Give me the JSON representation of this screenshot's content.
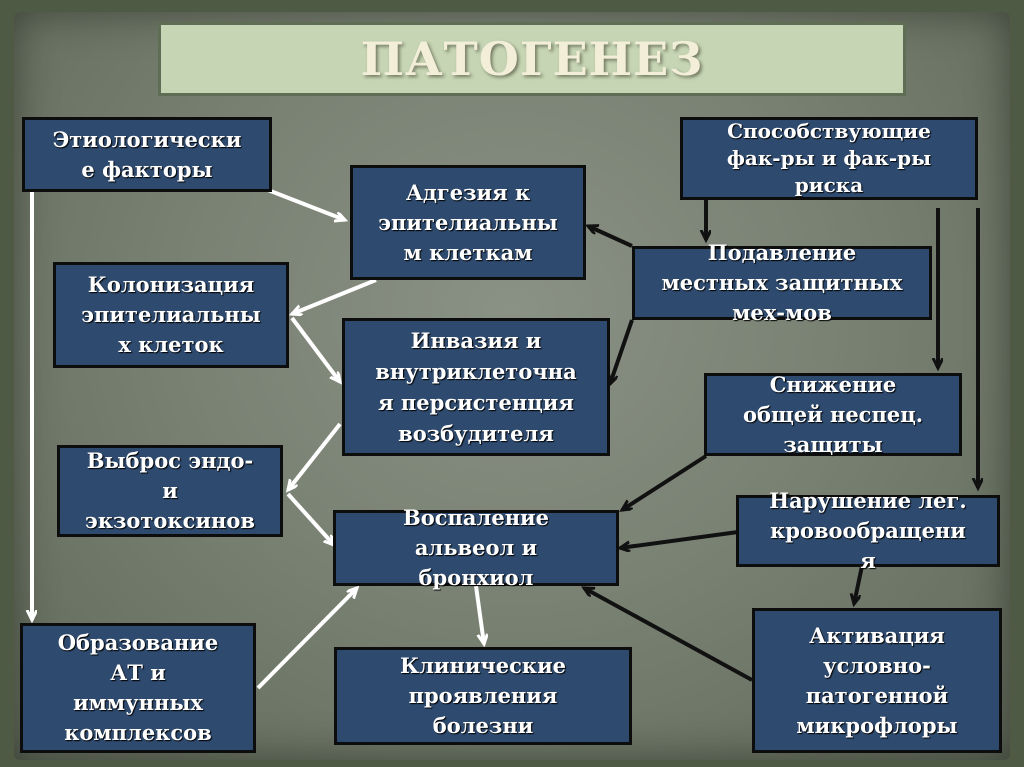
{
  "title": "ПАТОГЕНЕЗ",
  "colors": {
    "box_fill": "#2e4a6e",
    "box_border": "#0d0d0d",
    "title_fill": "#c6d5b4",
    "arrow_white": "#ffffff",
    "arrow_black": "#111111"
  },
  "nodes": {
    "etiology": "Этиологически\nе факторы",
    "adhesion": "Адгезия к\nэпителиальны\nм клеткам",
    "contributing": "Способствующие\nфак-ры и фак-ры\nриска",
    "colonization": "Колонизация\nэпителиальны\nх клеток",
    "suppression": "Подавление\nместных защитных\nмех-мов",
    "invasion": "Инвазия и\nвнутриклеточна\nя персистенция\nвозбудителя",
    "nonspecific": "Снижение\nобщей неспец.\nзащиты",
    "toxins": "Выброс эндо-\nи\nэкзотоксинов",
    "inflammation": "Воспаление\nальвеол и\nбронхиол",
    "bloodflow": "Нарушение лег.\nкровообращени\nя",
    "antibodies": "Образование\nАТ и\nиммунных\nкомплексов",
    "clinical": "Клинические\nпроявления\nболезни",
    "microflora": "Активация\nусловно-\nпатогенной\nмикрофлоры"
  }
}
